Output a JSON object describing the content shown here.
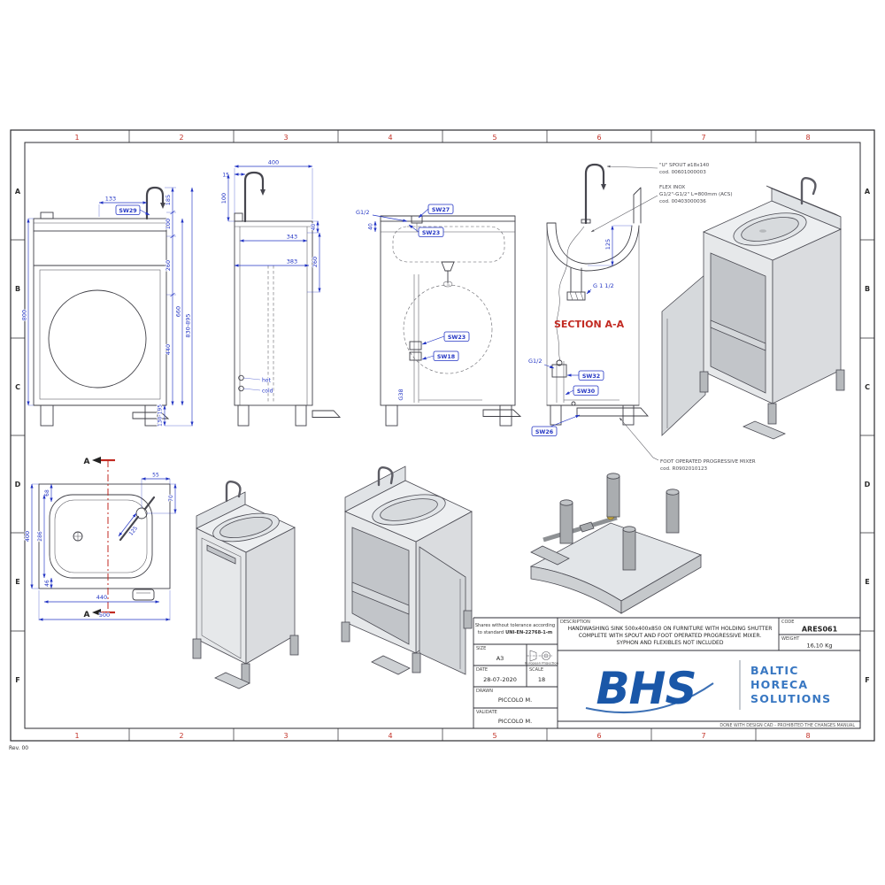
{
  "page": {
    "rev": "Rev. 00",
    "grid_cols": [
      "1",
      "2",
      "3",
      "4",
      "5",
      "6",
      "7",
      "8"
    ],
    "grid_rows": [
      "A",
      "B",
      "C",
      "D",
      "E",
      "F"
    ]
  },
  "front_view": {
    "dim_133": "133",
    "sw29": "SW29",
    "dim_800": "800",
    "dim_185": "185",
    "dim_100": "100",
    "dim_260": "260",
    "dim_440": "440",
    "dim_660": "660",
    "dim_830_895": "830-895",
    "dim_130_195": "130-195"
  },
  "side_view": {
    "dim_400": "400",
    "dim_15": "15",
    "dim_100": "100",
    "dim_40": "40",
    "dim_343": "343",
    "dim_260": "260",
    "dim_383": "383",
    "hot": "hot",
    "cold": "cold"
  },
  "internal_view": {
    "g12": "G1/2",
    "dim_40": "40",
    "sw27": "SW27",
    "sw23_top": "SW23",
    "sw23_mid": "SW23",
    "sw18": "SW18",
    "g38": "G38"
  },
  "section_view": {
    "spout_callout_1": "\"U\" SPOUT ø18x140",
    "spout_callout_2": "cod. 00601000003",
    "flex_callout_1": "FLEX INOX",
    "flex_callout_2": "G1/2\"-G1/2\" L=800mm (ACS)",
    "flex_callout_3": "cod. 00403000036",
    "dim_125": "125",
    "g112": "G 1 1/2",
    "title": "SECTION A-A",
    "g12": "G1/2",
    "sw32": "SW32",
    "sw30": "SW30",
    "sw26": "SW26",
    "mixer_callout_1": "FOOT OPERATED PROGRESSIVE MIXER",
    "mixer_callout_2": "cod. R0902010123"
  },
  "plan_view": {
    "section_label_top": "A",
    "section_label_bottom": "A",
    "dim_70": "70",
    "dim_55": "55",
    "dim_68": "68",
    "dim_286": "286",
    "dim_46": "46",
    "dim_125": "125",
    "dim_400": "400",
    "dim_440": "440",
    "dim_500": "500"
  },
  "title_block": {
    "tolerance_line1": "Shares without tolerance according",
    "tolerance_line2_prefix": "to standard",
    "tolerance_standard": "UNI-EN-22768-1-m",
    "size_label": "SIZE",
    "size_value": "A3",
    "projection_label": "European Projection",
    "date_label": "DATE",
    "date_value": "28-07-2020",
    "scale_label": "SCALE",
    "scale_value": "18",
    "drawn_label": "DRAWN",
    "drawn_value": "PICCOLO M.",
    "validate_label": "VALIDATE",
    "validate_value": "PICCOLO M.",
    "description_label": "DESCRIPTION",
    "description_line1": "HANDWASHING SINK 500x400x850 ON FURNITURE WITH HOLDING SHUTTER",
    "description_line2": "COMPLETE WITH SPOUT AND FOOT OPERATED PROGRESSIVE MIXER.",
    "description_line3": "SYPHON AND FLEXIBLES NOT INCLUDED",
    "code_label": "CODE",
    "code_value": "ARES061",
    "weight_label": "WEIGHT",
    "weight_value": "16,10 Kg",
    "brand_name": "BHS",
    "brand_word1": "BALTIC",
    "brand_word2": "HORECA",
    "brand_word3": "SOLUTIONS",
    "footer_note": "DONE WITH DESIGN CAD - PROHIBITED THE CHANGES MANUAL"
  }
}
